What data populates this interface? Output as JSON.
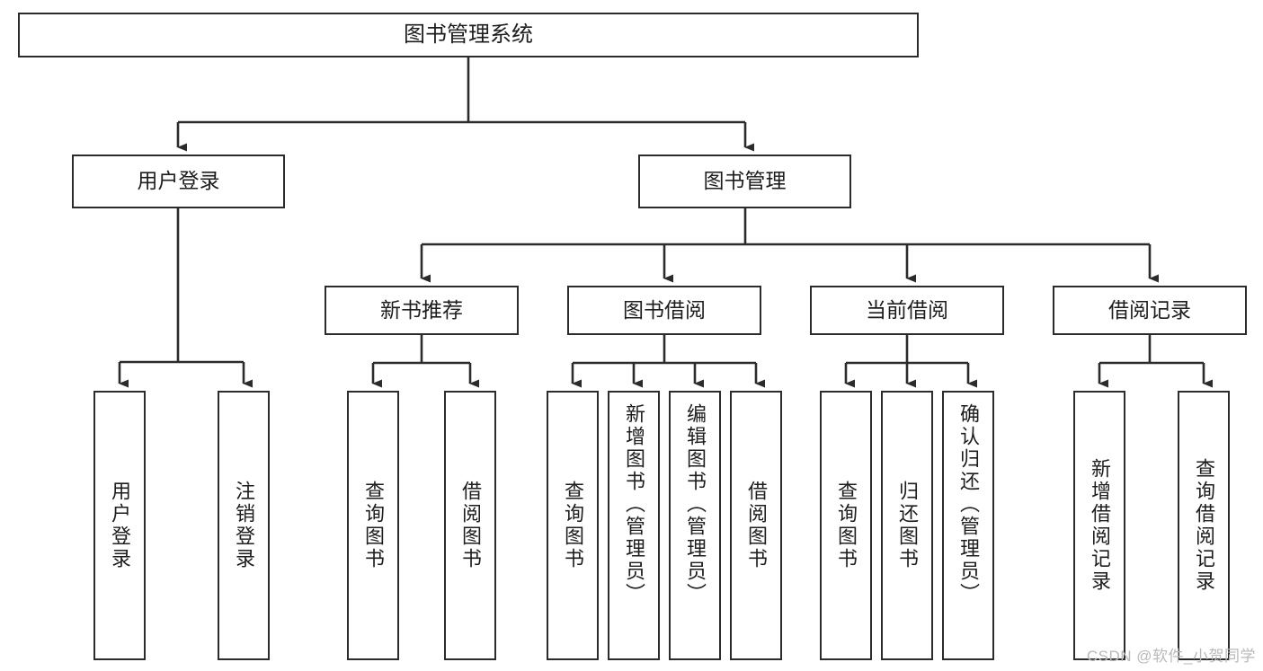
{
  "diagram": {
    "title": "图书管理系统",
    "type": "hierarchy-tree",
    "colors": {
      "box_border": "#2b2b2b",
      "box_fill": "#ffffff",
      "connector": "#2b2b2b",
      "text": "#1d1d1d",
      "watermark": "#b9b9b9",
      "background": "#ffffff"
    },
    "root": {
      "label": "图书管理系统"
    },
    "level2": [
      {
        "label": "用户登录"
      },
      {
        "label": "图书管理"
      }
    ],
    "level3": [
      {
        "label": "新书推荐"
      },
      {
        "label": "图书借阅"
      },
      {
        "label": "当前借阅"
      },
      {
        "label": "借阅记录"
      }
    ],
    "leaves": {
      "user_login": [
        {
          "label": "用户登录"
        },
        {
          "label": "注销登录"
        }
      ],
      "new_book_recommend": [
        {
          "label": "查询图书"
        },
        {
          "label": "借阅图书"
        }
      ],
      "book_borrow": [
        {
          "label": "查询图书"
        },
        {
          "label": "新增图书（管理员）"
        },
        {
          "label": "编辑图书（管理员）"
        },
        {
          "label": "借阅图书"
        }
      ],
      "current_borrow": [
        {
          "label": "查询图书"
        },
        {
          "label": "归还图书"
        },
        {
          "label": "确认归还（管理员）"
        }
      ],
      "borrow_record": [
        {
          "label": "新增借阅记录"
        },
        {
          "label": "查询借阅记录"
        }
      ]
    }
  },
  "watermark": {
    "text": "CSDN @软件_小贺同学"
  }
}
